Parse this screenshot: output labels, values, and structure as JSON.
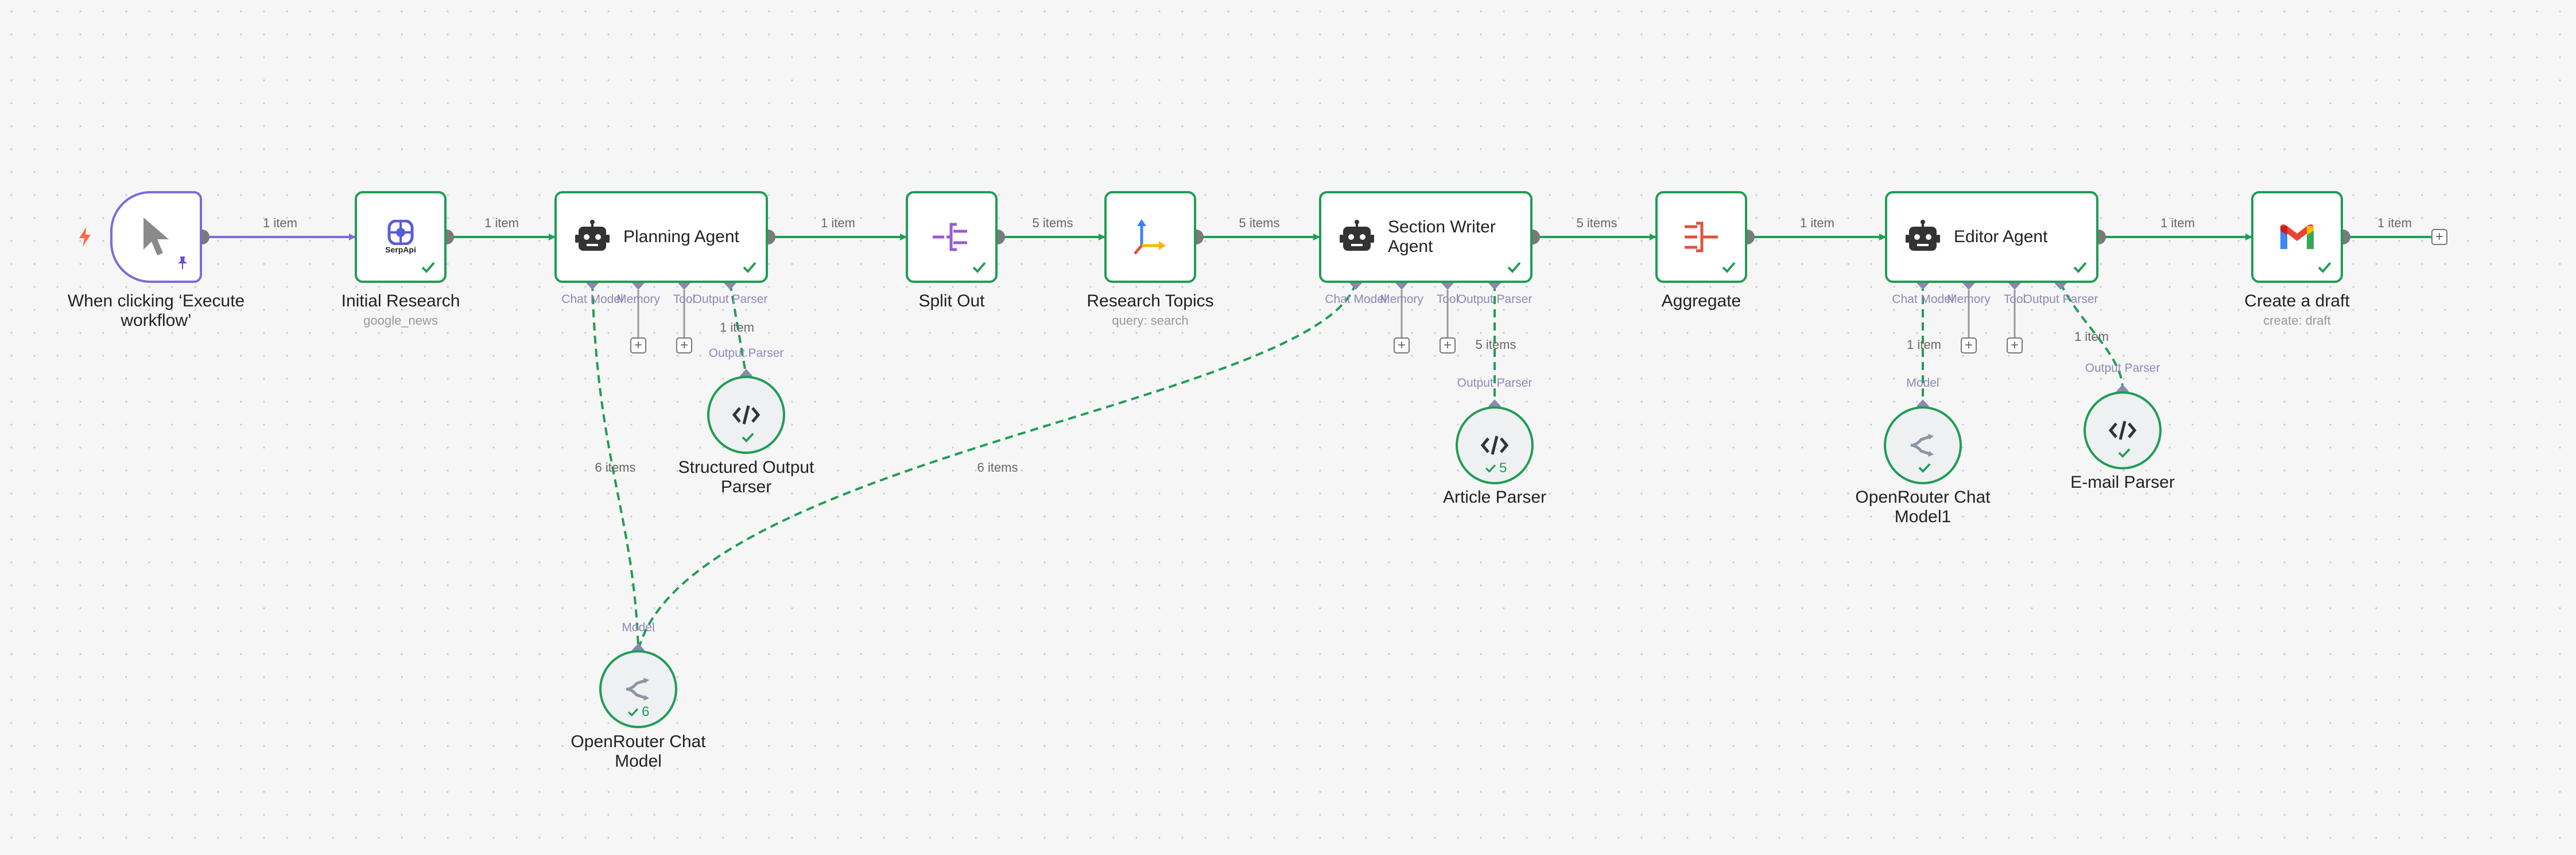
{
  "nodes": {
    "trigger": {
      "title_line1": "When clicking ‘Execute",
      "title_line2": "workflow’"
    },
    "initial_research": {
      "title": "Initial Research",
      "subtitle": "google_news",
      "logo_text": "SerpApi"
    },
    "planning_agent": {
      "title": "Planning Agent"
    },
    "split_out": {
      "title": "Split Out"
    },
    "research_topics": {
      "title": "Research Topics",
      "subtitle": "query: search"
    },
    "section_writer": {
      "title_line1": "Section Writer",
      "title_line2": "Agent"
    },
    "aggregate": {
      "title": "Aggregate"
    },
    "editor_agent": {
      "title": "Editor Agent"
    },
    "create_draft": {
      "title": "Create a draft",
      "subtitle": "create: draft"
    },
    "structured_parser": {
      "title_line1": "Structured Output",
      "title_line2": "Parser"
    },
    "article_parser": {
      "title": "Article Parser",
      "count": "5"
    },
    "openrouter1": {
      "title_line1": "OpenRouter Chat",
      "title_line2": "Model1"
    },
    "email_parser": {
      "title": "E-mail Parser"
    },
    "openrouter": {
      "title_line1": "OpenRouter Chat",
      "title_line2": "Model",
      "count": "6"
    }
  },
  "ports": {
    "chat_model": "Chat Model",
    "memory": "Memory",
    "tool": "Tool",
    "output_parser": "Output Parser",
    "model": "Model"
  },
  "edges": {
    "e1": "1 item",
    "e2": "1 item",
    "e3": "1 item",
    "e4": "5 items",
    "e5": "5 items",
    "e6": "5 items",
    "e7": "1 item",
    "e8": "1 item",
    "e9": "1 item",
    "sop": "1 item",
    "ap": "5 items",
    "or1": "1 item",
    "ep": "1 item",
    "or_a": "6 items",
    "or_b": "6 items"
  },
  "colors": {
    "success": "#1f9d55",
    "trigger": "#7c6bd8",
    "port": "#8a8ab8",
    "wire": "#1f9d55"
  }
}
